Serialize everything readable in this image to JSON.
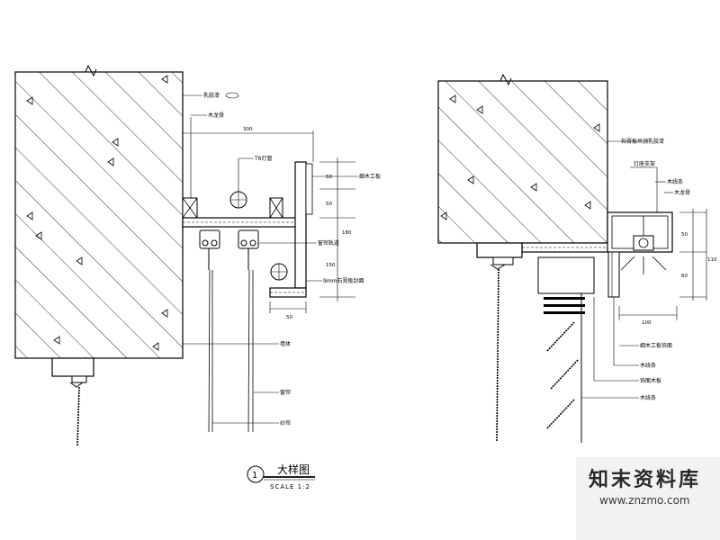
{
  "drawing": {
    "title": "大样图",
    "scale": "SCALE 1:2",
    "number": "1"
  },
  "left_detail": {
    "notes": [
      "乳胶漆",
      "木龙骨",
      "T6灯管",
      "细木工板",
      "窗帘轨道",
      "9mm石膏板封面",
      "墙体",
      "窗帘",
      "纱帘"
    ],
    "dims": [
      "300",
      "50",
      "50",
      "180",
      "150",
      "50"
    ]
  },
  "right_detail": {
    "notes": [
      "石膏板吊顶乳胶漆",
      "灯座支架",
      "木线条",
      "木龙骨",
      "细木工板饰面",
      "木线条",
      "饰面木板",
      "木线条"
    ],
    "dims": [
      "100",
      "50",
      "60",
      "110"
    ]
  },
  "watermark": {
    "name": "知末资料库",
    "url": "www.znzmo.com"
  },
  "colors": {
    "line": "#000000",
    "background": "#ffffff",
    "watermark_bg": "#f2f2f2"
  }
}
